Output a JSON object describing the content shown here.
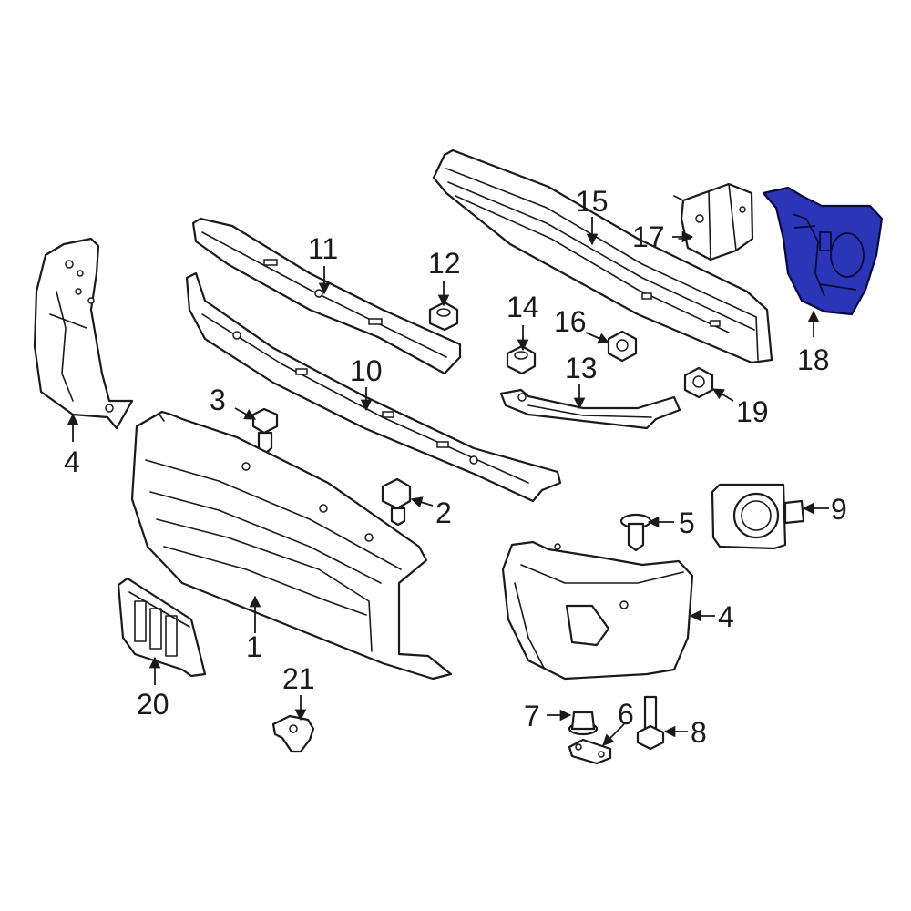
{
  "callouts": {
    "c1": "1",
    "c2": "2",
    "c3": "3",
    "c4_left": "4",
    "c4_right": "4",
    "c5": "5",
    "c6": "6",
    "c7": "7",
    "c8": "8",
    "c9": "9",
    "c10": "10",
    "c11": "11",
    "c12": "12",
    "c13": "13",
    "c14": "14",
    "c15": "15",
    "c16": "16",
    "c17": "17",
    "c18": "18",
    "c19": "19",
    "c20": "20",
    "c21": "21"
  },
  "colors": {
    "highlight_part": "#2a35b8",
    "line": "#1a1a1a",
    "background": "#ffffff"
  },
  "highlighted_part_callout": "18"
}
